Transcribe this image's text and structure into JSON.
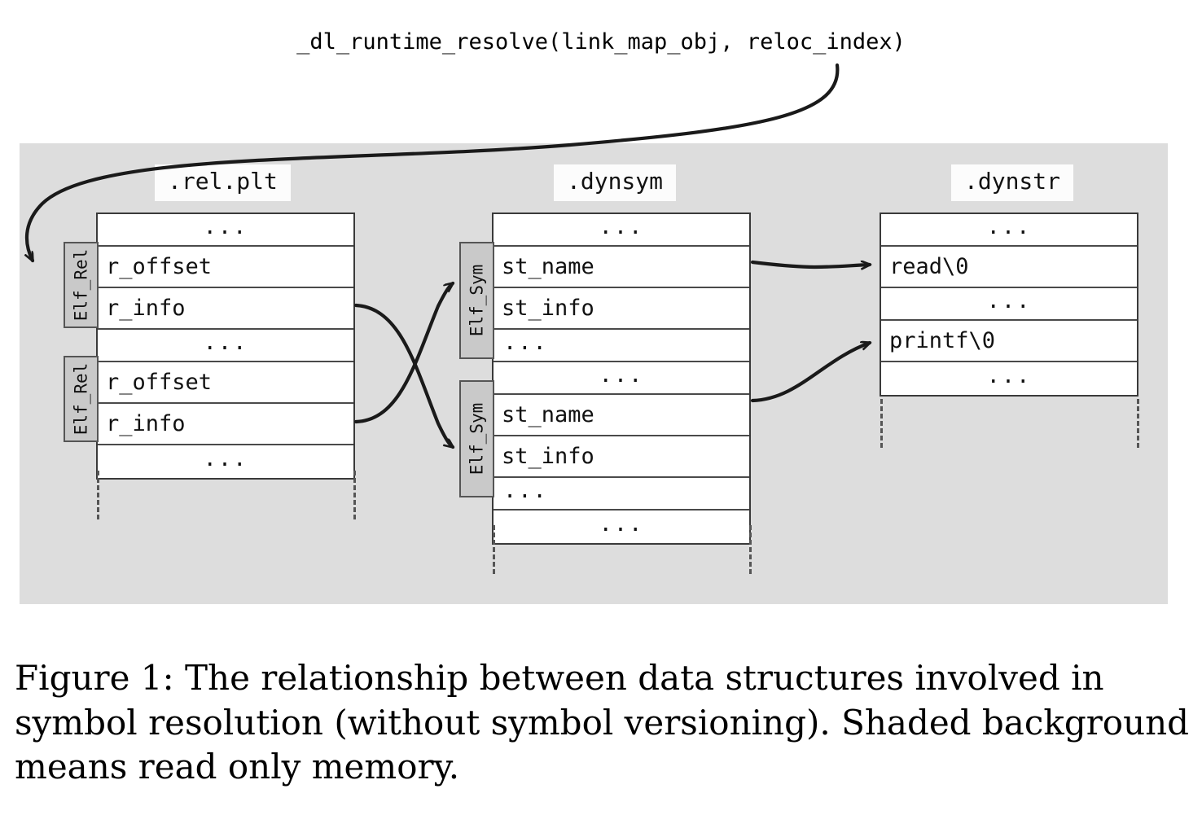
{
  "figure": {
    "function_label": "_dl_runtime_resolve(link_map_obj, reloc_index)",
    "caption": "Figure 1: The relationship between data structures involved in symbol resolution (without symbol versioning). Shaded background means read only memory.",
    "ellipsis": "...",
    "colors": {
      "shaded_background": "#dddddd",
      "table_background": "#ffffff",
      "struct_tab_background": "#c9c9c9",
      "line": "#1a1a1a",
      "page_background": "#ffffff"
    }
  },
  "sections": {
    "rel_plt": {
      "title": ".rel.plt",
      "struct_label": "Elf_Rel",
      "rows": [
        {
          "text": "...",
          "kind": "ellipsis-center"
        },
        {
          "text": "r_offset",
          "kind": "field"
        },
        {
          "text": "r_info",
          "kind": "field"
        },
        {
          "text": "...",
          "kind": "ellipsis-center"
        },
        {
          "text": "r_offset",
          "kind": "field"
        },
        {
          "text": "r_info",
          "kind": "field"
        },
        {
          "text": "...",
          "kind": "ellipsis-center"
        }
      ]
    },
    "dynsym": {
      "title": ".dynsym",
      "struct_label": "Elf_Sym",
      "rows": [
        {
          "text": "...",
          "kind": "ellipsis-center"
        },
        {
          "text": "st_name",
          "kind": "field"
        },
        {
          "text": "st_info",
          "kind": "field"
        },
        {
          "text": "...",
          "kind": "ellipsis-left"
        },
        {
          "text": "...",
          "kind": "ellipsis-center"
        },
        {
          "text": "st_name",
          "kind": "field"
        },
        {
          "text": "st_info",
          "kind": "field"
        },
        {
          "text": "...",
          "kind": "ellipsis-left"
        },
        {
          "text": "...",
          "kind": "ellipsis-center"
        }
      ]
    },
    "dynstr": {
      "title": ".dynstr",
      "rows": [
        {
          "text": "...",
          "kind": "ellipsis-center"
        },
        {
          "text": "read\\0",
          "kind": "field"
        },
        {
          "text": "...",
          "kind": "ellipsis-center"
        },
        {
          "text": "printf\\0",
          "kind": "field"
        },
        {
          "text": "...",
          "kind": "ellipsis-center"
        }
      ]
    }
  },
  "arrows": [
    {
      "name": "resolve-call-to-first-elf-rel",
      "from": "_dl_runtime_resolve label",
      "to": ".rel.plt first Elf_Rel"
    },
    {
      "name": "rel1-rinfo-to-sym2",
      "from": ".rel.plt first r_info",
      "to": ".dynsym second Elf_Sym"
    },
    {
      "name": "rel2-rinfo-to-sym1",
      "from": ".rel.plt second r_info",
      "to": ".dynsym first Elf_Sym"
    },
    {
      "name": "sym1-stname-to-read",
      "from": ".dynsym first st_name",
      "to": ".dynstr read\\0"
    },
    {
      "name": "sym2-stname-to-printf",
      "from": ".dynsym second st_name",
      "to": ".dynstr printf\\0"
    }
  ]
}
